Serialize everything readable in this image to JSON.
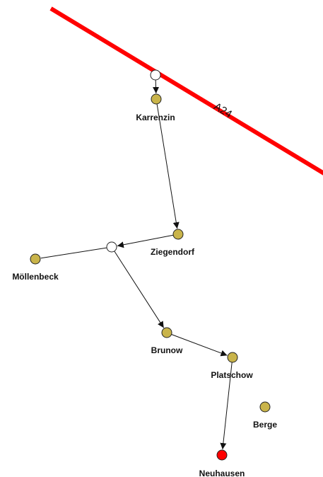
{
  "colors": {
    "background": "#ffffff",
    "road": "#ff0000",
    "town": "#c9b44a",
    "highlight_town": "#ff0000",
    "junction": "#ffffff",
    "node_stroke": "#222222",
    "edge": "#111111"
  },
  "road": {
    "label": "A24"
  },
  "towns": [
    {
      "id": "karrenzin",
      "label": "Karrenzin"
    },
    {
      "id": "ziegendorf",
      "label": "Ziegendorf"
    },
    {
      "id": "moellenbeck",
      "label": "Möllenbeck"
    },
    {
      "id": "brunow",
      "label": "Brunow"
    },
    {
      "id": "platschow",
      "label": "Platschow"
    },
    {
      "id": "berge",
      "label": "Berge"
    },
    {
      "id": "neuhausen",
      "label": "Neuhausen",
      "highlight": true
    }
  ],
  "junctions": [
    {
      "id": "j-a24"
    },
    {
      "id": "j-mid"
    }
  ],
  "edges": [
    {
      "from": "j-a24",
      "to": "karrenzin",
      "arrow": true
    },
    {
      "from": "karrenzin",
      "to": "ziegendorf",
      "arrow": true
    },
    {
      "from": "ziegendorf",
      "to": "j-mid",
      "arrow": true
    },
    {
      "from": "j-mid",
      "to": "moellenbeck",
      "arrow": false
    },
    {
      "from": "j-mid",
      "to": "brunow",
      "arrow": true
    },
    {
      "from": "brunow",
      "to": "platschow",
      "arrow": true
    },
    {
      "from": "platschow",
      "to": "neuhausen",
      "arrow": true
    }
  ]
}
